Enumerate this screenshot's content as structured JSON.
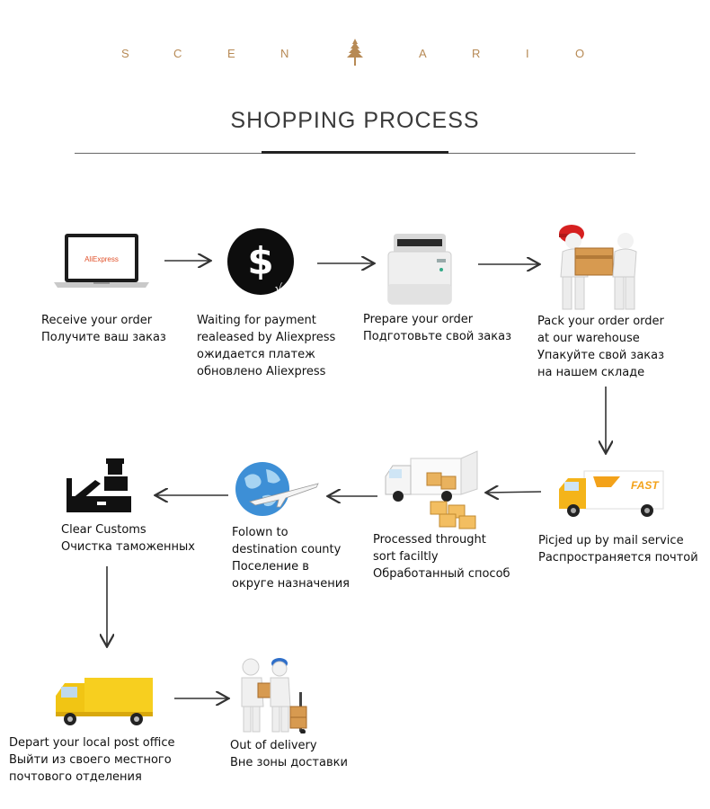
{
  "header": {
    "scenario_letters": [
      "S",
      "C",
      "E",
      "N",
      "A",
      "R",
      "I",
      "O"
    ],
    "title": "SHOPPING PROCESS"
  },
  "steps": [
    {
      "id": "receive",
      "lines": [
        "Receive your order",
        "Получите ваш заказ"
      ],
      "icon": "laptop-icon",
      "screen_text": "AliExpress"
    },
    {
      "id": "payment",
      "lines": [
        "Waiting for payment",
        "realeased by Aliexpress",
        "ожидается платеж",
        "обновлено Aliexpress"
      ],
      "icon": "dollar-icon",
      "glyph": "$",
      "check": "√"
    },
    {
      "id": "prepare",
      "lines": [
        "Prepare your order",
        "Подготовьте свой заказ"
      ],
      "icon": "printer-icon"
    },
    {
      "id": "pack",
      "lines": [
        "Pack your order order",
        "at our warehouse",
        "Упакуйте свой заказ",
        "на нашем складе"
      ],
      "icon": "worker-box-icon"
    },
    {
      "id": "picked",
      "lines": [
        "Picjed up by mail service",
        "Распространяется почтой"
      ],
      "icon": "fast-truck-icon",
      "truck_text": "FAST"
    },
    {
      "id": "processed",
      "lines": [
        "Processed throught",
        "sort faciltly",
        "Обработанный способ"
      ],
      "icon": "open-truck-boxes-icon"
    },
    {
      "id": "follow",
      "lines": [
        "Folown to",
        "destination county",
        "Поселение в",
        "округе назначения"
      ],
      "icon": "globe-plane-icon"
    },
    {
      "id": "customs",
      "lines": [
        "Clear Customs",
        "Очистка таможенных"
      ],
      "icon": "customs-officer-icon"
    },
    {
      "id": "depart",
      "lines": [
        "Depart your local post office",
        "Выйти из своего местного",
        "почтового отделения"
      ],
      "icon": "yellow-truck-icon"
    },
    {
      "id": "delivery",
      "lines": [
        "Out of delivery",
        "Вне зоны доставки"
      ],
      "icon": "delivery-handover-icon"
    }
  ],
  "colors": {
    "accent_gold": "#b78a55",
    "arrow": "#333333",
    "truck_yellow": "#f7cf1f",
    "box_tan": "#e0a85a",
    "globe_blue": "#3d8fd6"
  }
}
